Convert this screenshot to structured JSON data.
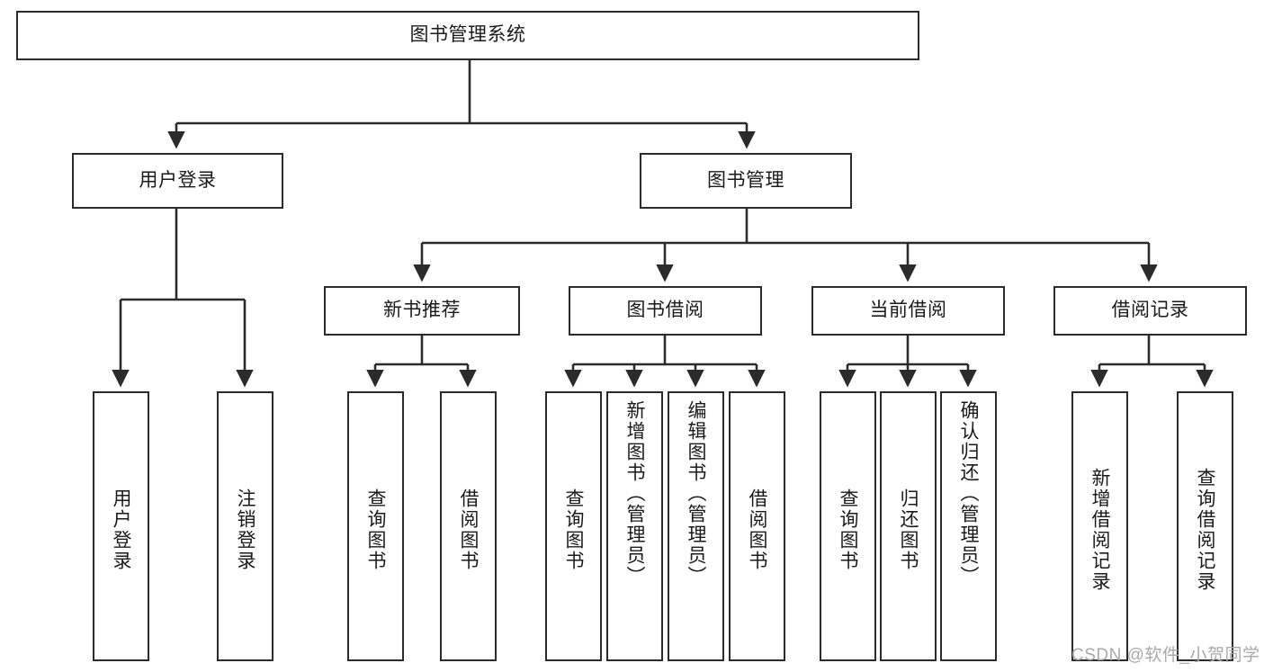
{
  "diagram": {
    "title": "图书管理系统",
    "type": "hierarchy-tree",
    "watermark": "CSDN @软件_小贺同学",
    "colors": {
      "stroke": "#2b2b2b",
      "fill": "#ffffff",
      "text": "#1a1a1a",
      "watermark": "#a9a9a9"
    },
    "nodes": {
      "root": {
        "label": "图书管理系统"
      },
      "level2": [
        {
          "id": "user-login",
          "label": "用户登录"
        },
        {
          "id": "book-manage",
          "label": "图书管理"
        }
      ],
      "level3": [
        {
          "id": "new-book-recommend",
          "label": "新书推荐"
        },
        {
          "id": "book-borrow",
          "label": "图书借阅"
        },
        {
          "id": "current-borrow",
          "label": "当前借阅"
        },
        {
          "id": "borrow-record",
          "label": "借阅记录"
        }
      ],
      "leaves": [
        {
          "id": "leaf-user-login",
          "label": "用户登录"
        },
        {
          "id": "leaf-logout-login",
          "label": "注销登录"
        },
        {
          "id": "leaf-query-book-1",
          "label": "查询图书"
        },
        {
          "id": "leaf-borrow-book-1",
          "label": "借阅图书"
        },
        {
          "id": "leaf-query-book-2",
          "label": "查询图书"
        },
        {
          "id": "leaf-add-book-admin",
          "label": "新增图书（管理员）"
        },
        {
          "id": "leaf-edit-book-admin",
          "label": "编辑图书（管理员）"
        },
        {
          "id": "leaf-borrow-book-2",
          "label": "借阅图书"
        },
        {
          "id": "leaf-query-book-3",
          "label": "查询图书"
        },
        {
          "id": "leaf-return-book",
          "label": "归还图书"
        },
        {
          "id": "leaf-confirm-return-admin",
          "label": "确认归还（管理员）"
        },
        {
          "id": "leaf-add-borrow-record",
          "label": "新增借阅记录"
        },
        {
          "id": "leaf-query-borrow-record",
          "label": "查询借阅记录"
        }
      ]
    }
  }
}
